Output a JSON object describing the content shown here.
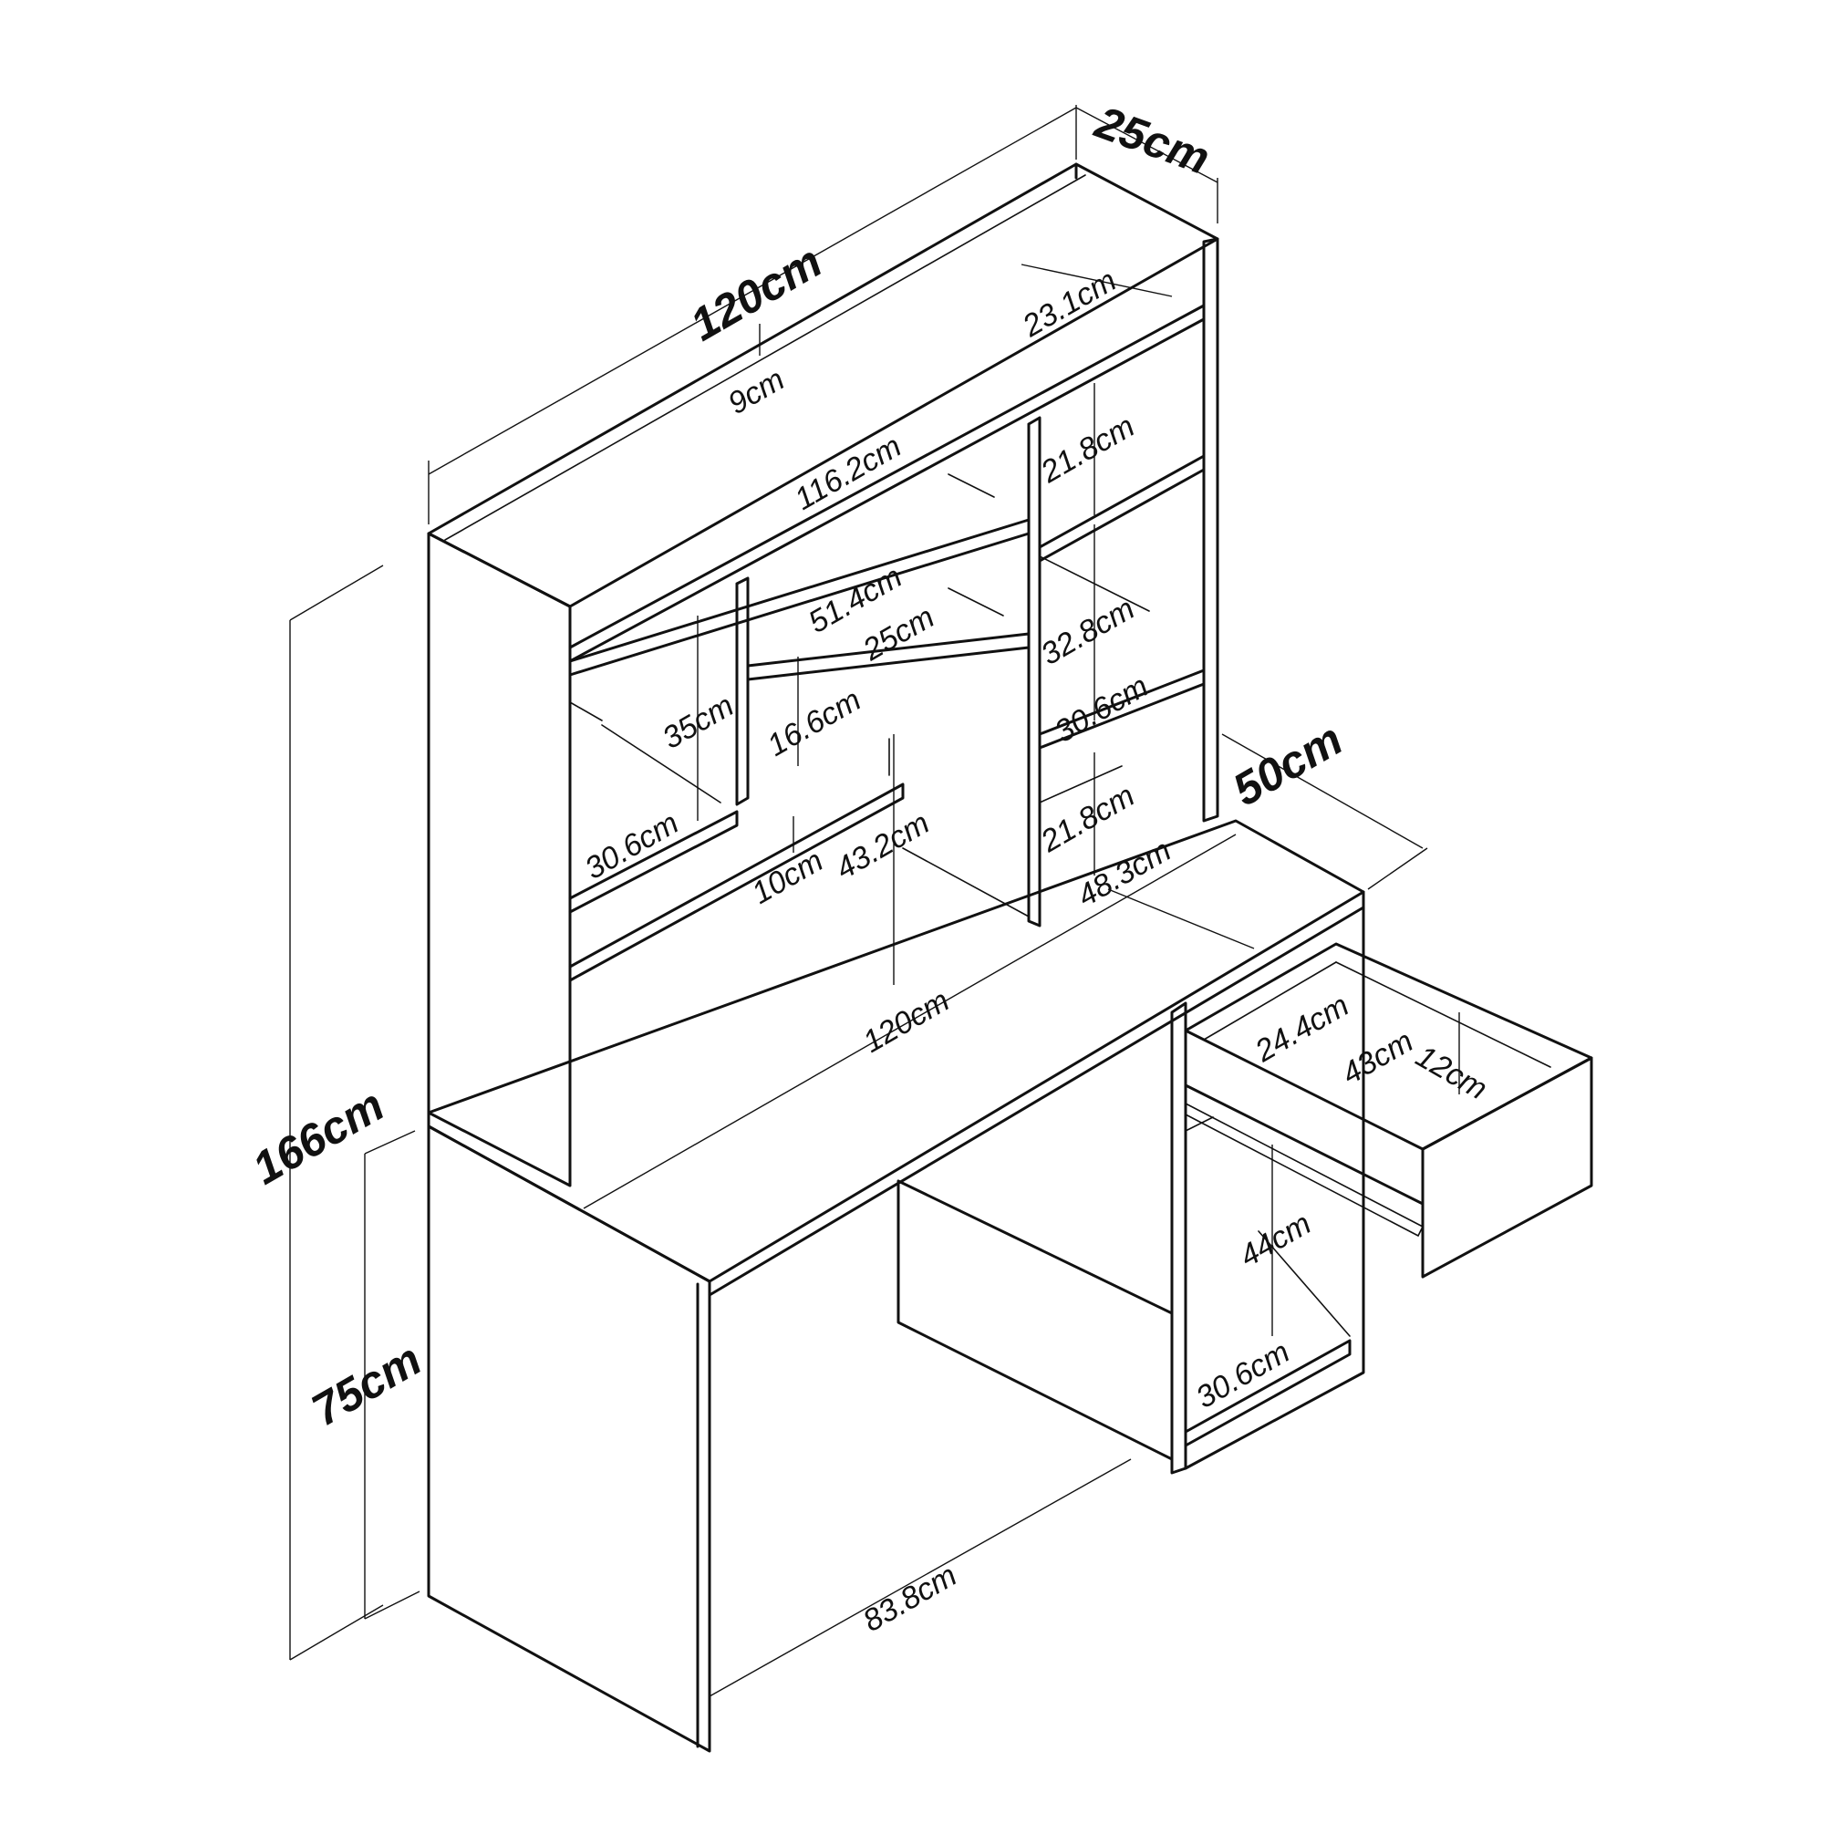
{
  "diagram": {
    "dimensions": {
      "top_width": "120cm",
      "top_depth": "25cm",
      "total_height": "166cm",
      "desk_height": "75cm",
      "desk_depth": "50cm",
      "desk_width": "120cm",
      "top_back_panel": "9cm",
      "top_shelf_depth": "23.1cm",
      "top_inner_width": "116.2cm",
      "right_upper_gap": "21.8cm",
      "right_middle_gap": "32.8cm",
      "right_shelf_depth": "30.6cm",
      "right_lower_gap": "21.8cm",
      "middle_shelf_width": "51.4cm",
      "middle_shelf_depth": "25cm",
      "middle_gap": "16.6cm",
      "left_gap": "35cm",
      "left_shelf_depth": "30.6cm",
      "back_rail": "10cm",
      "under_hutch_height": "43.2cm",
      "cabinet_depth": "48.3cm",
      "drawer_width": "24.4cm",
      "drawer_depth": "43cm",
      "drawer_height": "12cm",
      "cabinet_open_height": "44cm",
      "cabinet_shelf_depth": "30.6cm",
      "leg_clearance": "83.8cm"
    }
  }
}
